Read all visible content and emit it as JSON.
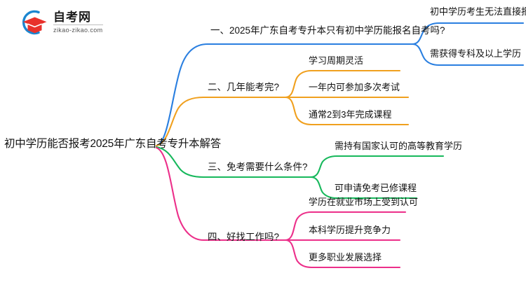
{
  "logo": {
    "name_cn": "自考网",
    "name_en": "zikao-zikao.com",
    "mark": "graduation-cap-logo"
  },
  "mindmap": {
    "root": {
      "label": "初中学历能否报考2025年广东自考专升本解答"
    },
    "branches": [
      {
        "id": "branch-1",
        "color": "#2a7fe0",
        "label": "一、2025年广东自考专升本只有初中学历能报名自考吗?",
        "children": [
          {
            "label": "初中学历考生无法直接报名"
          },
          {
            "label": "需获得专科及以上学历"
          }
        ]
      },
      {
        "id": "branch-2",
        "color": "#f0a01e",
        "label": "二、几年能考完?",
        "children": [
          {
            "label": "学习周期灵活"
          },
          {
            "label": "一年内可参加多次考试"
          },
          {
            "label": "通常2到3年完成课程"
          }
        ]
      },
      {
        "id": "branch-3",
        "color": "#17b85c",
        "label": "三、免考需要什么条件?",
        "children": [
          {
            "label": "需持有国家认可的高等教育学历"
          },
          {
            "label": "可申请免考已修课程"
          }
        ]
      },
      {
        "id": "branch-4",
        "color": "#ec2f8a",
        "label": "四、好找工作吗?",
        "children": [
          {
            "label": "学历在就业市场上受到认可"
          },
          {
            "label": "本科学历提升竞争力"
          },
          {
            "label": "更多职业发展选择"
          }
        ]
      }
    ]
  },
  "colors": {
    "background": "#ffffff",
    "text": "#111111",
    "logo_blue": "#1b86d0",
    "logo_red": "#e8312b"
  }
}
